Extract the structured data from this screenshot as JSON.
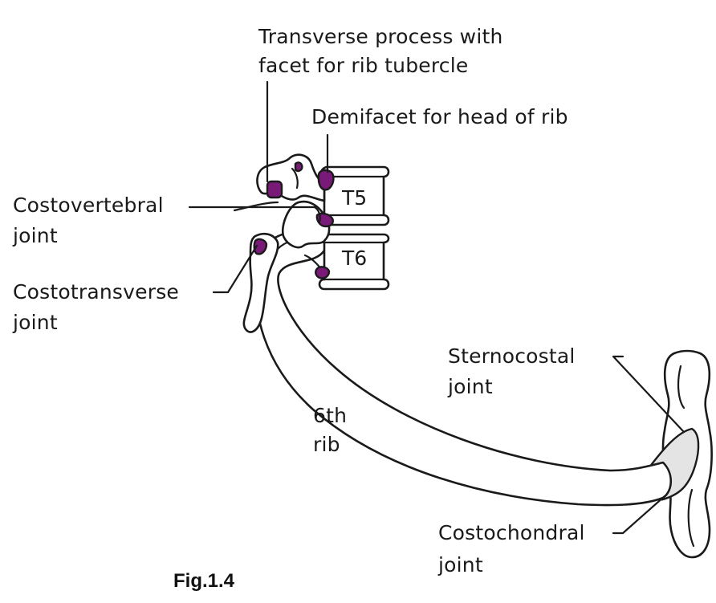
{
  "labels": {
    "transverse_process_line1": "Transverse process with",
    "transverse_process_line2": "facet for rib tubercle",
    "demifacet": "Demifacet for head of rib",
    "costovertebral_line1": "Costovertebral",
    "costovertebral_line2": "joint",
    "costotransverse_line1": "Costotransverse",
    "costotransverse_line2": "joint",
    "sternocostal_line1": "Sternocostal",
    "sternocostal_line2": "joint",
    "rib_line1": "6th",
    "rib_line2": "rib",
    "costochondral_line1": "Costochondral",
    "costochondral_line2": "joint",
    "vertebra_upper": "T5",
    "vertebra_lower": "T6"
  },
  "caption": "Fig.1.4",
  "colors": {
    "facet": "#7a1a78",
    "cartilage": "#e4e4e4",
    "outline": "#1a1a1a"
  }
}
